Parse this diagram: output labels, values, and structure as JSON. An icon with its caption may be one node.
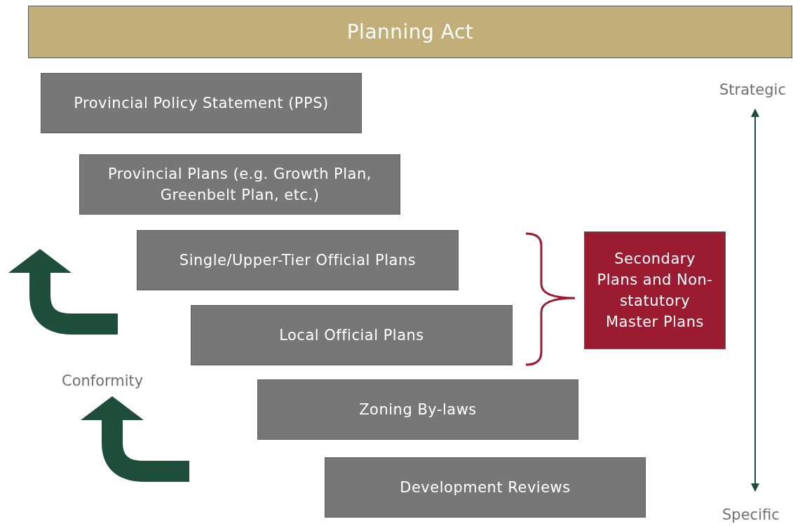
{
  "diagram": {
    "nodes": [
      {
        "text": [
          "Planning Act"
        ]
      },
      {
        "text": [
          "Provincial Policy Statement (PPS)"
        ]
      },
      {
        "text": [
          "Provincial Plans (e.g. Growth Plan, Greenbelt Plan, etc.)"
        ]
      },
      {
        "text": [
          "Single/Upper-Tier Official Plans"
        ]
      },
      {
        "text": [
          "Local Official Plans"
        ]
      },
      {
        "text": [
          "Zoning By-laws"
        ]
      },
      {
        "text": [
          "Development Reviews"
        ]
      },
      {
        "text": [
          "Secondary Plans and Non-statutory Master Plans"
        ]
      },
      {
        "text": [
          "Strategic"
        ]
      },
      {
        "text": [
          "Specific"
        ]
      }
    ],
    "edges": [
      {
        "from": 8,
        "to": 9,
        "arrow": "both"
      }
    ],
    "labels": [
      "Conformity"
    ]
  }
}
